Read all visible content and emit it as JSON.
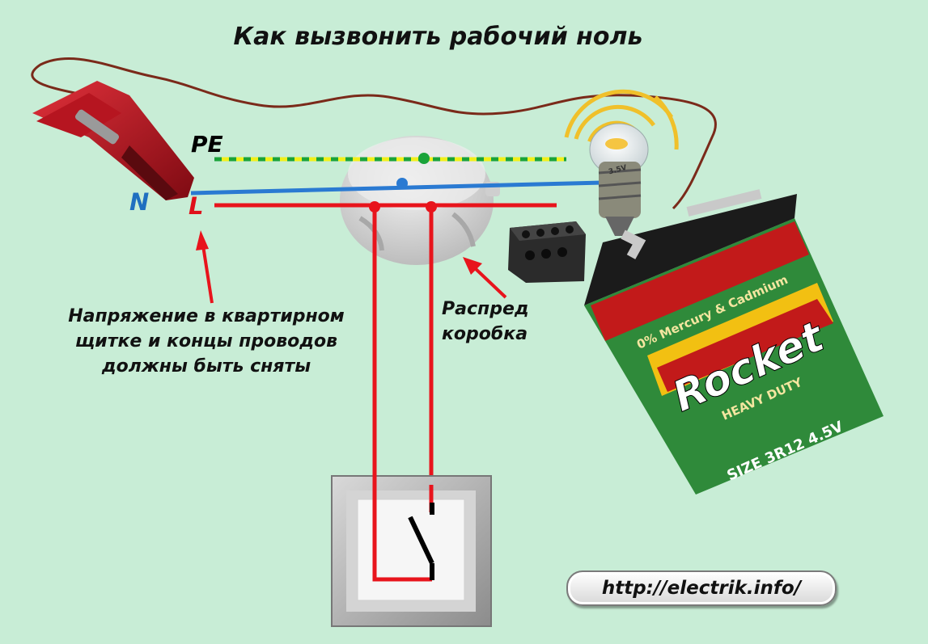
{
  "title": "Как вызвонить рабочий ноль",
  "wire_labels": {
    "pe": "PE",
    "n": "N",
    "l": "L"
  },
  "annotations": {
    "voltage_note": "Напряжение в квартирном щитке и концы проводов должны быть сняты",
    "junction_box": "Распред коробка"
  },
  "battery": {
    "brand": "Rocket",
    "subtitle": "HEAVY DUTY",
    "top_text": "0% Mercury & Cadmium",
    "size_text": "SIZE 3R12 4.5V"
  },
  "bulb_marking": "3.5V",
  "url": "http://electrik.info/",
  "colors": {
    "background": "#c8edd6",
    "phase": "#e8141c",
    "neutral": "#2a7ad2",
    "earth_yellow": "#f2f01a",
    "earth_green": "#1aa33a",
    "test_wire": "#7a2a1a",
    "battery_green": "#2f8a3a",
    "battery_red": "#c21a1a"
  }
}
